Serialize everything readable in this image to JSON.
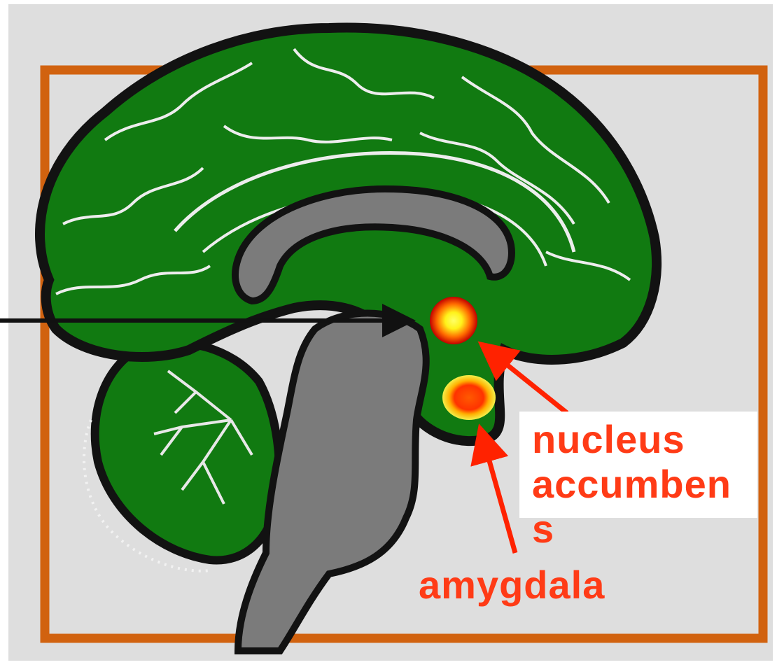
{
  "colors": {
    "background": "#ffffff",
    "panel": "#dedede",
    "frame": "#d1620f",
    "brain_tissue": "#117a11",
    "brain_outline": "#121212",
    "ventricle_gray": "#7b7b7b",
    "pointer_black": "#111111",
    "label_red": "#ff3b16",
    "hotspot_core": "#fff21a",
    "hotspot_edge": "#ff4a00"
  },
  "labels": {
    "nucleus_accumbens": [
      "nucleus",
      "accumben",
      "s"
    ],
    "amygdala": "amygdala"
  },
  "structures": [
    "cerebrum",
    "corpus-callosum",
    "cerebellum",
    "brainstem",
    "nucleus-accumbens",
    "amygdala"
  ]
}
